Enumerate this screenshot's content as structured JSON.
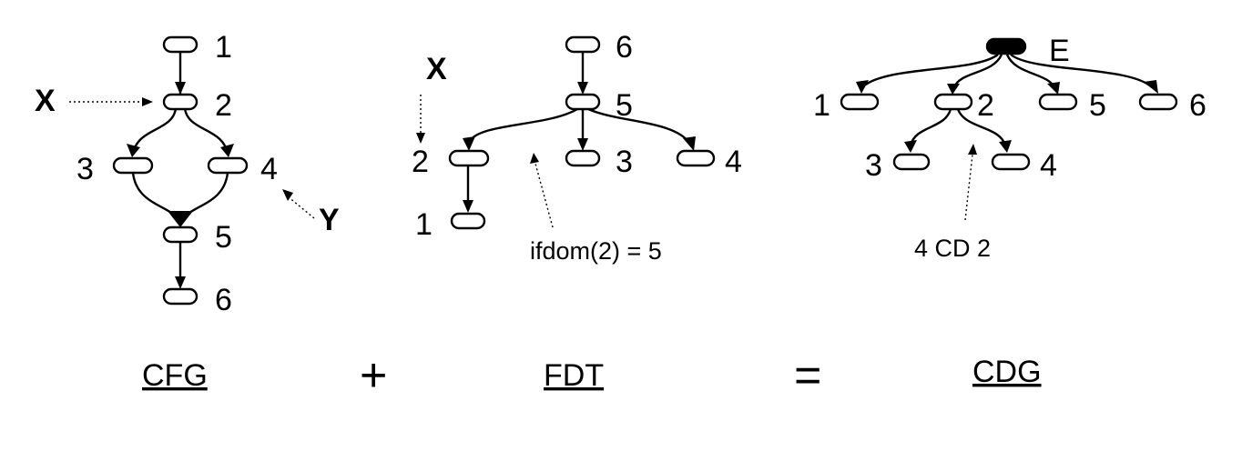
{
  "cfg": {
    "nodes": [
      "1",
      "2",
      "3",
      "4",
      "5",
      "6"
    ],
    "pointer_x": "X",
    "pointer_y": "Y",
    "caption": "CFG"
  },
  "fdt": {
    "nodes": [
      "6",
      "5",
      "2",
      "3",
      "4",
      "1"
    ],
    "pointer_x": "X",
    "annotation": "ifdom(2) = 5",
    "caption": "FDT"
  },
  "cdg": {
    "root": "E",
    "nodes": [
      "1",
      "2",
      "5",
      "6",
      "3",
      "4"
    ],
    "annotation": "4 CD 2",
    "caption": "CDG"
  },
  "operators": {
    "plus": "+",
    "equals": "="
  }
}
